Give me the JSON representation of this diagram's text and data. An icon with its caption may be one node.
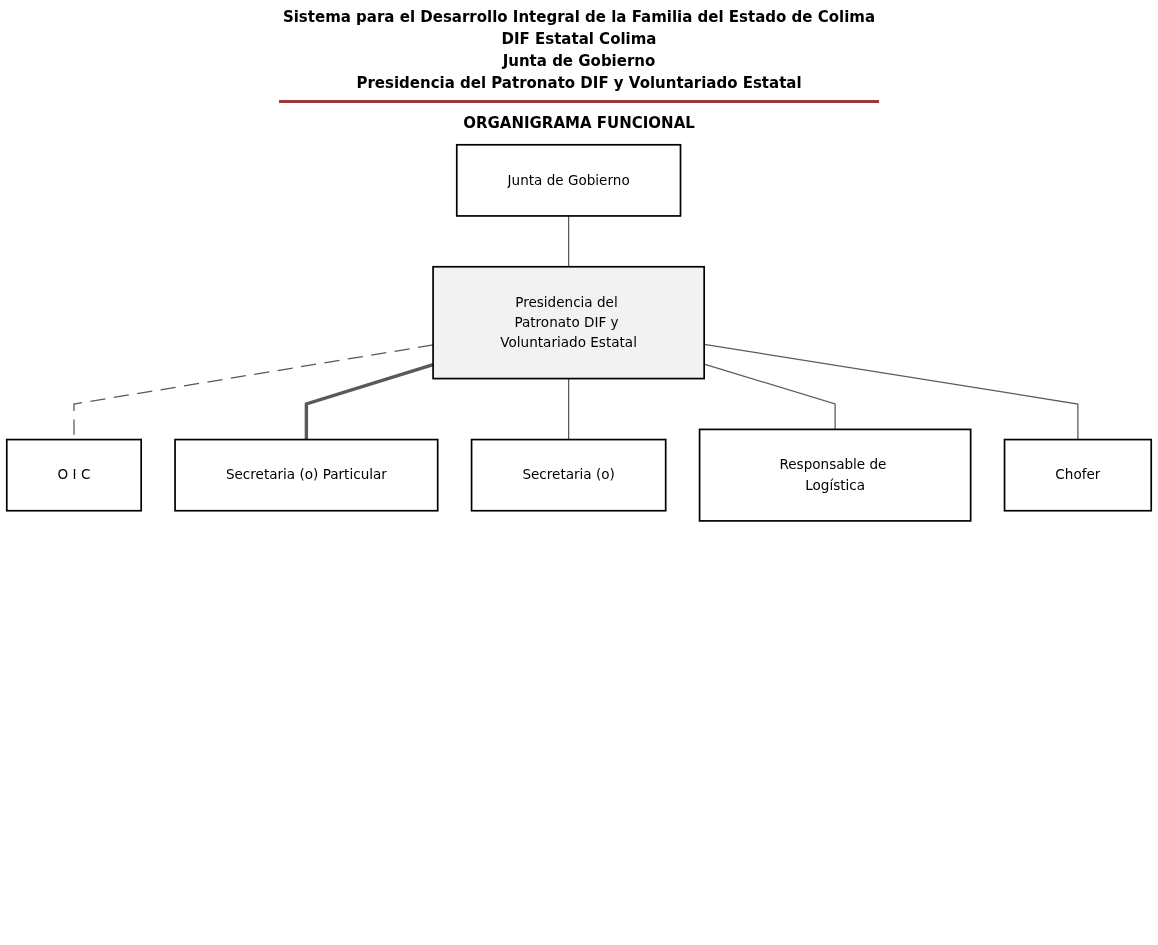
{
  "diagram": {
    "title": "ORGANIGRAMA FUNCIONAL",
    "nodes": [
      {
        "text": [
          "Junta de Gobierno"
        ]
      },
      {
        "text": [
          "Presidencia del Patronato DIF y Voluntariado Estatal"
        ]
      },
      {
        "text": [
          "O I C"
        ]
      },
      {
        "text": [
          "Secretaria (o) Particular"
        ]
      },
      {
        "text": [
          "Secretaria (o)"
        ]
      },
      {
        "text": [
          "Responsable de Logística"
        ]
      },
      {
        "text": [
          "Chofer"
        ]
      }
    ],
    "edges": [
      {
        "from": 0,
        "to": 1,
        "arrow": "none"
      },
      {
        "from": 1,
        "to": 2,
        "arrow": "none",
        "style": "dashed"
      },
      {
        "from": 1,
        "to": 3,
        "arrow": "none",
        "style": "thick"
      },
      {
        "from": 1,
        "to": 4,
        "arrow": "none"
      },
      {
        "from": 1,
        "to": 5,
        "arrow": "none"
      },
      {
        "from": 1,
        "to": 6,
        "arrow": "none"
      }
    ],
    "labels": [
      "Sistema para el Desarrollo Integral de la Familia del Estado de Colima",
      "DIF Estatal Colima",
      "Junta de Gobierno",
      "Presidencia del Patronato DIF y Voluntariado Estatal"
    ]
  }
}
